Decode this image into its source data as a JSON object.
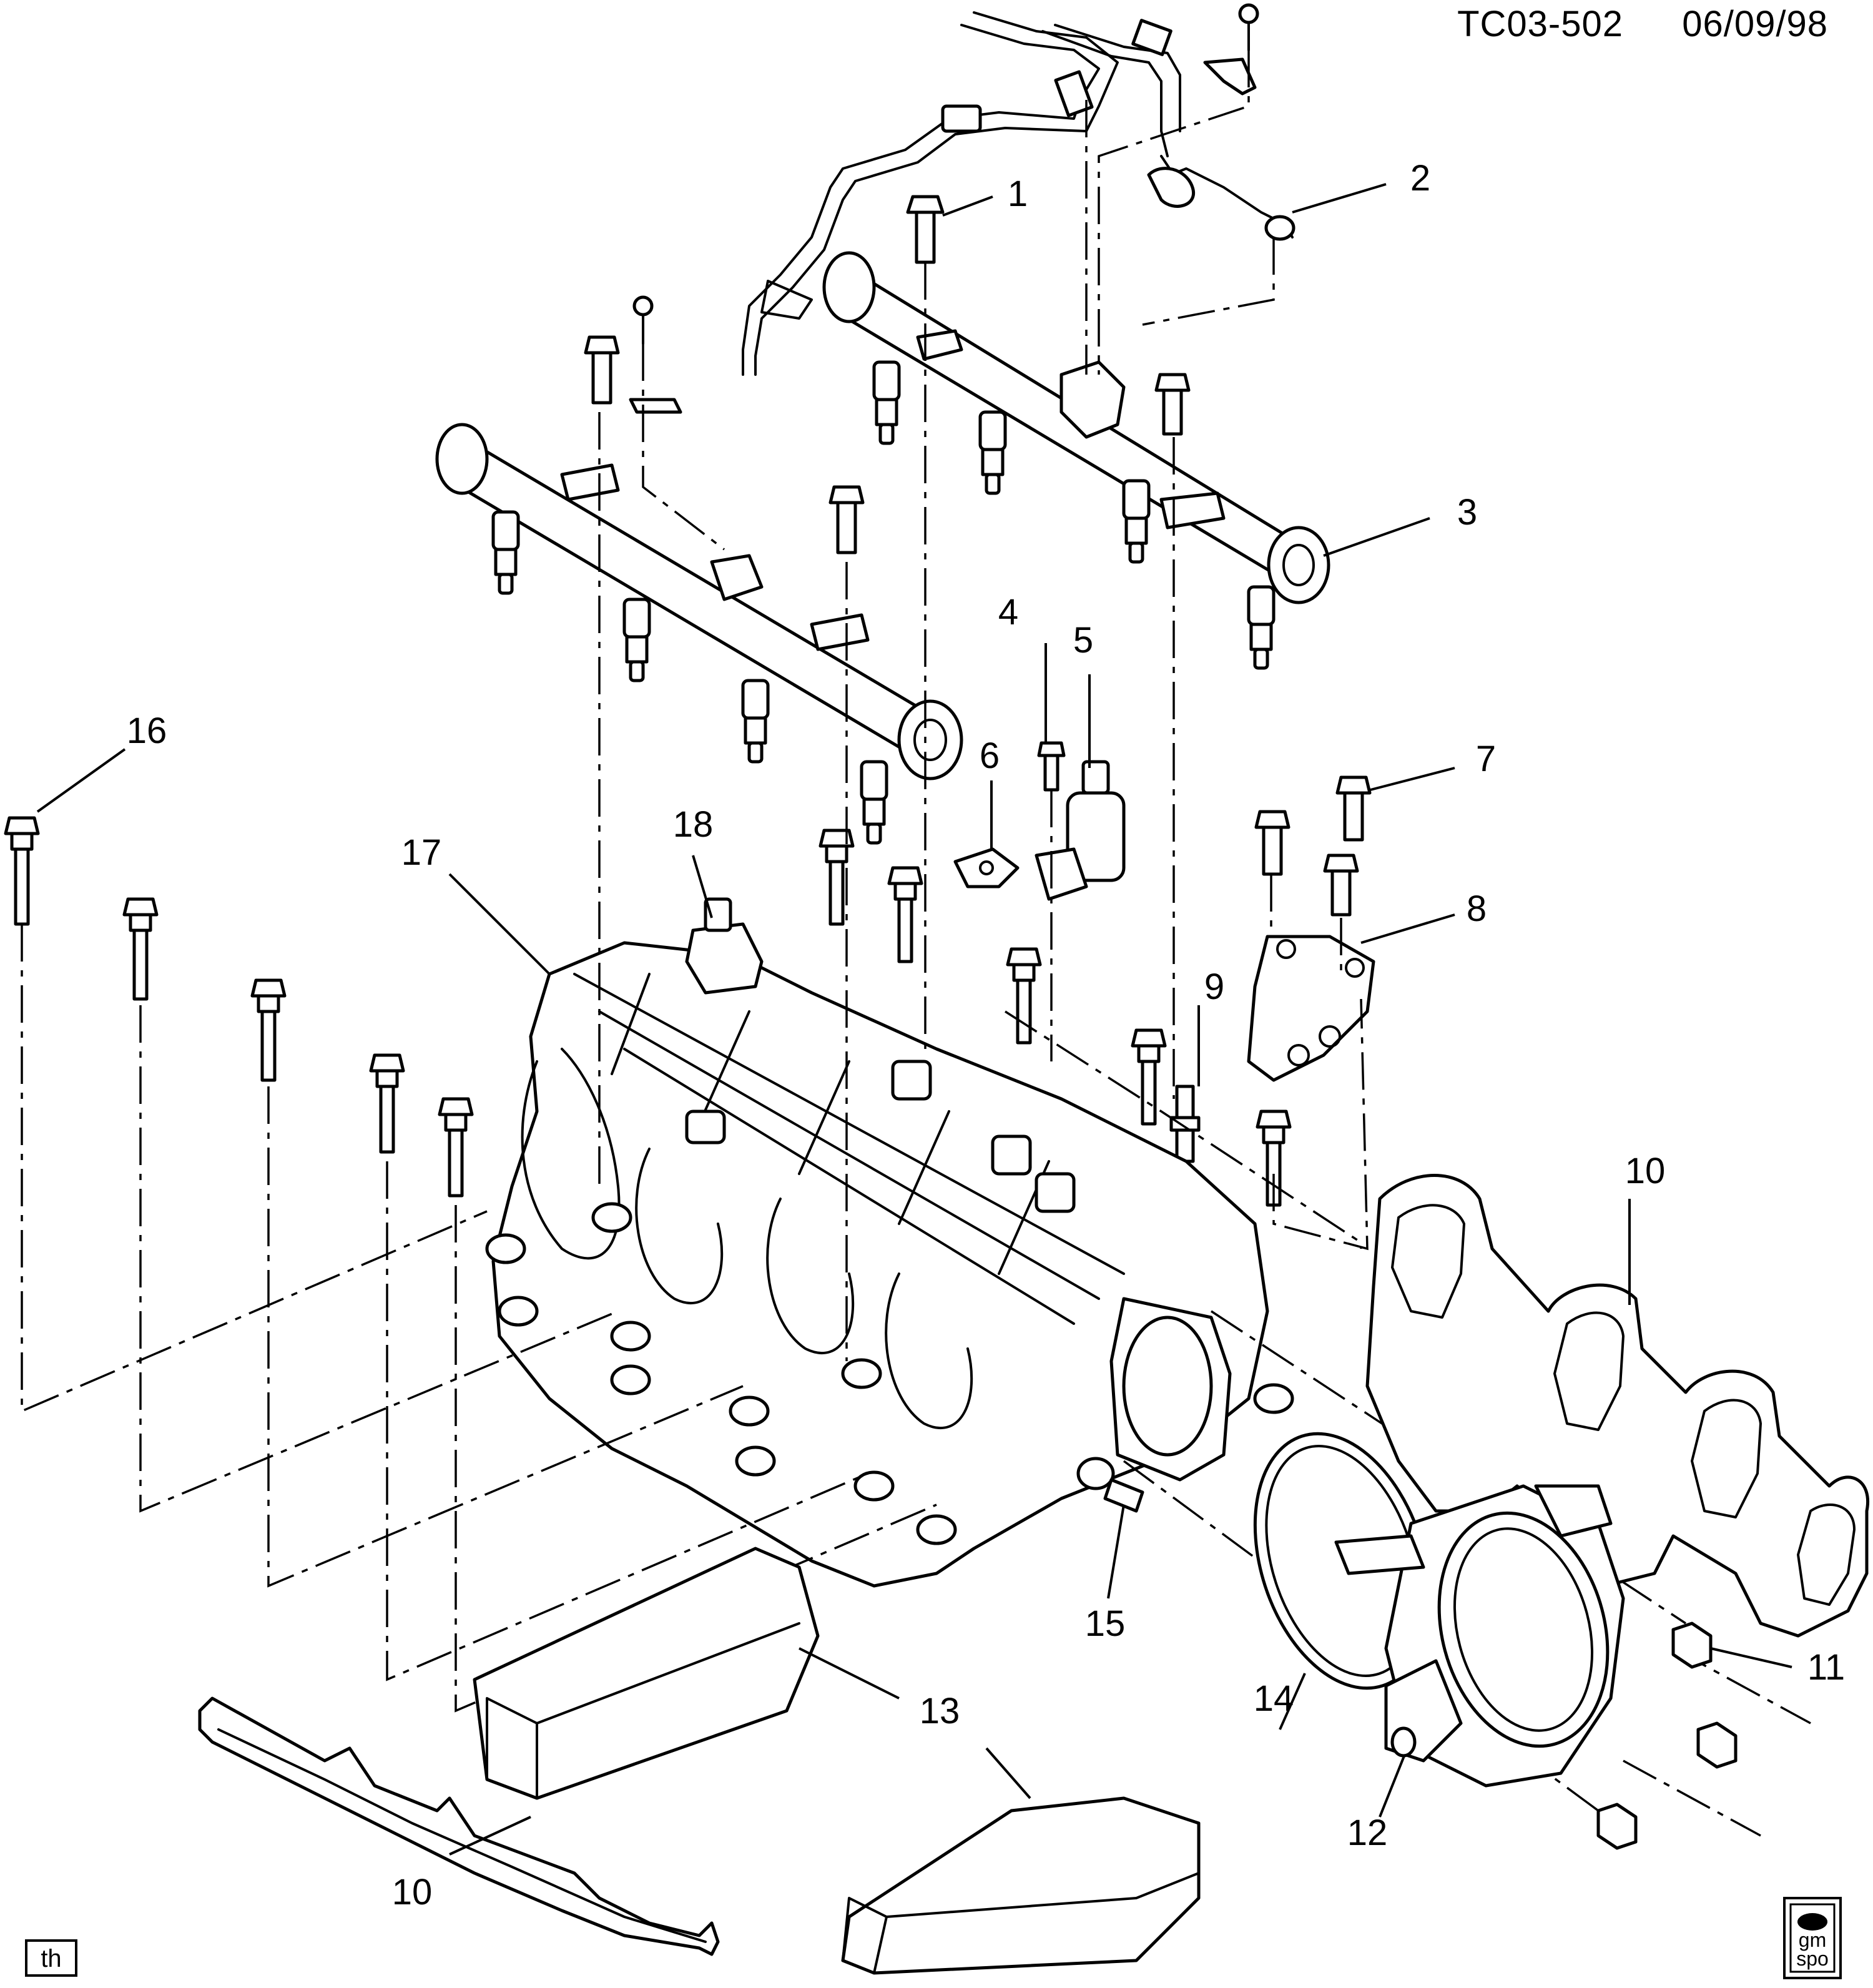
{
  "header": {
    "drawing_id": "TC03-502",
    "date": "06/09/98"
  },
  "callouts": {
    "c1": "1",
    "c2": "2",
    "c3": "3",
    "c4": "4",
    "c5": "5",
    "c6": "6",
    "c7": "7",
    "c8": "8",
    "c9": "9",
    "c10a": "10",
    "c10b": "10",
    "c11": "11",
    "c12": "12",
    "c13": "13",
    "c14": "14",
    "c15": "15",
    "c16": "16",
    "c17": "17",
    "c18": "18"
  },
  "footer": {
    "illustrator_code": "th",
    "logo_line1": "gm",
    "logo_line2": "spo"
  }
}
